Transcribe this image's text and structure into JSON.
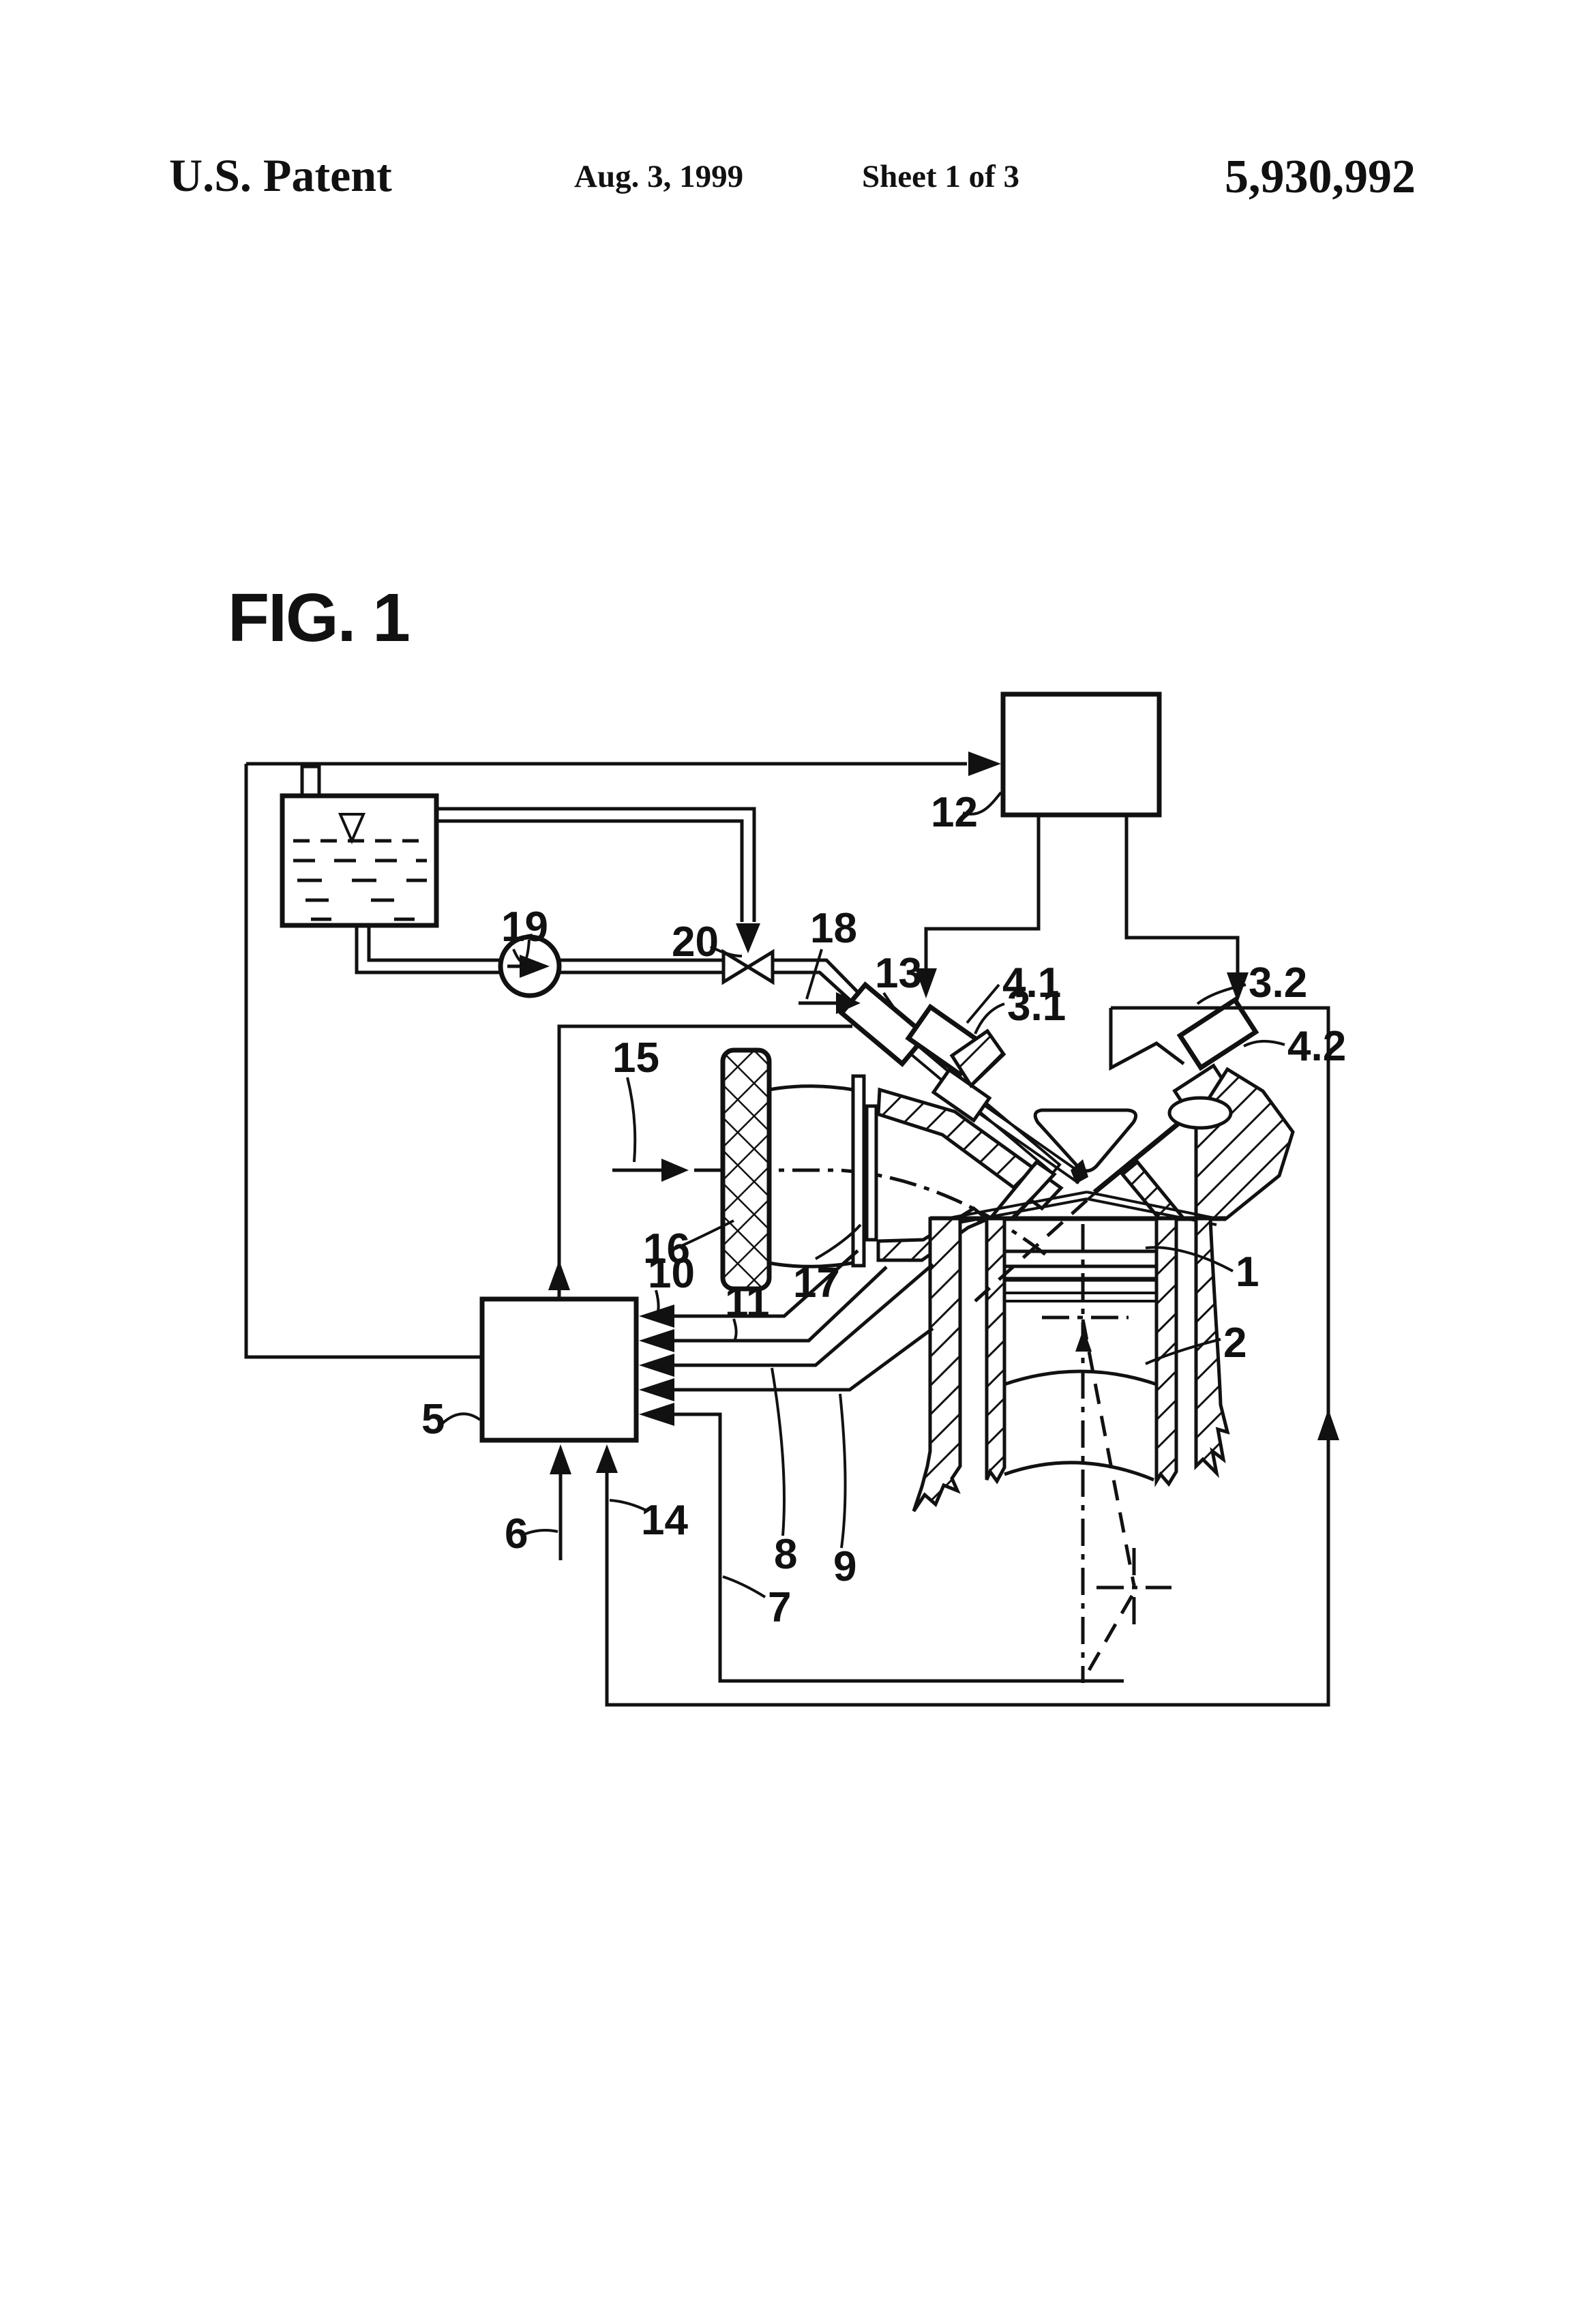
{
  "header": {
    "title": "U.S. Patent",
    "date": "Aug. 3, 1999",
    "sheet": "Sheet 1 of 3",
    "number": "5,930,992"
  },
  "figure_label": "FIG. 1",
  "reference_numerals": {
    "n1": "1",
    "n2": "2",
    "n3_1": "3.1",
    "n3_2": "3.2",
    "n4_1": "4.1",
    "n4_2": "4.2",
    "n5": "5",
    "n6": "6",
    "n7": "7",
    "n8": "8",
    "n9": "9",
    "n10": "10",
    "n11": "11",
    "n12": "12",
    "n13": "13",
    "n14": "14",
    "n15": "15",
    "n16": "16",
    "n17": "17",
    "n18": "18",
    "n19": "19",
    "n20": "20"
  },
  "colors": {
    "ink": "#111111",
    "paper": "#ffffff"
  }
}
